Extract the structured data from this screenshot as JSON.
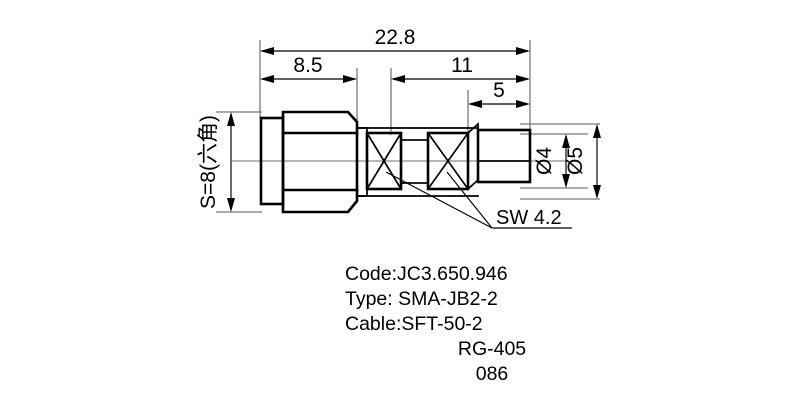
{
  "drawing": {
    "title": "SMA connector technical drawing",
    "dimensions": {
      "overall_length": "22.8",
      "hex_nut_length": "8.5",
      "body_length": "11",
      "cable_entry_length": "5",
      "hex_across_flats": "S=8(六角)",
      "small_hex_flats": "SW 4.2",
      "inner_diameter": "Ø4",
      "outer_diameter": "Ø5"
    },
    "colors": {
      "outline": "#000000",
      "dimension": "#000000",
      "extension": "#555a5e",
      "centerline": "#6c7073",
      "background": "#ffffff"
    }
  },
  "specs": {
    "code_line": "Code:JC3.650.946",
    "type_line": "Type: SMA-JB2-2",
    "cable_line": "Cable:SFT-50-2",
    "cable_alt_1": "RG-405",
    "cable_alt_2": "086"
  }
}
